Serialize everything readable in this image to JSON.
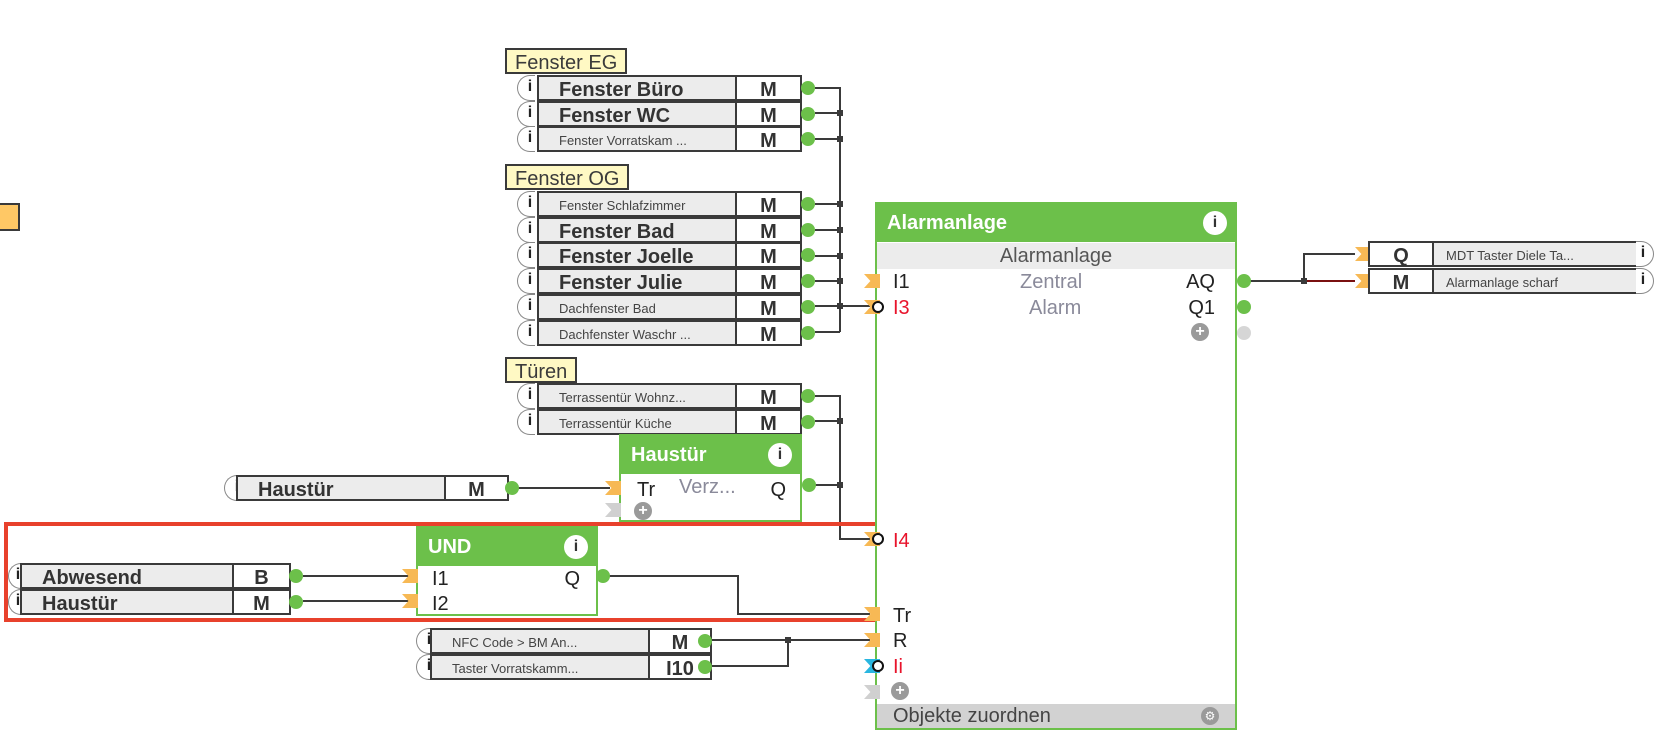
{
  "groups": {
    "fenster_eg": {
      "label": "Fenster EG",
      "items": [
        {
          "name": "Fenster Büro",
          "type": "M",
          "size": "big"
        },
        {
          "name": "Fenster WC",
          "type": "M",
          "size": "big"
        },
        {
          "name": "Fenster  Vorratskam ...",
          "type": "M",
          "size": "small"
        }
      ]
    },
    "fenster_og": {
      "label": "Fenster OG",
      "items": [
        {
          "name": "Fenster Schlafzimmer",
          "type": "M",
          "size": "small"
        },
        {
          "name": "Fenster Bad",
          "type": "M",
          "size": "big"
        },
        {
          "name": "Fenster Joelle",
          "type": "M",
          "size": "big"
        },
        {
          "name": "Fenster Julie",
          "type": "M",
          "size": "big"
        },
        {
          "name": "Dachfenster Bad",
          "type": "M",
          "size": "small"
        },
        {
          "name": "Dachfenster  Waschr ...",
          "type": "M",
          "size": "small"
        }
      ]
    },
    "tueren": {
      "label": "Türen",
      "items": [
        {
          "name": "Terrassentür  Wohnz...",
          "type": "M",
          "size": "small"
        },
        {
          "name": "Terrassentür Küche",
          "type": "M",
          "size": "small"
        }
      ]
    }
  },
  "objects": {
    "haustuer_input": {
      "name": "Haustür",
      "type": "M"
    },
    "abwesend": {
      "name": "Abwesend",
      "type": "B"
    },
    "haustuer_und": {
      "name": "Haustür",
      "type": "M"
    },
    "nfc_code": {
      "name": "NFC Code > BM An...",
      "type": "M"
    },
    "taster_vorrat": {
      "name": "Taster  Vorratskamm...",
      "type": "I10"
    },
    "mdt_taster": {
      "name": "MDT  Taster  Diele Ta...",
      "type": "Q"
    },
    "alarm_scharf": {
      "name": "Alarmanlage scharf",
      "type": "M"
    }
  },
  "blocks": {
    "alarmanlage": {
      "title": "Alarmanlage",
      "subtitle": "Alarmanlage",
      "inputs": [
        "I1",
        "I3",
        "I4",
        "Tr",
        "R",
        "Ii"
      ],
      "params": [
        "Zentral",
        "Alarm"
      ],
      "outputs": [
        "AQ",
        "Q1"
      ],
      "footer": "Objekte zuordnen"
    },
    "haustuer": {
      "title": "Haustür",
      "input": "Tr",
      "param": "Verz...",
      "output": "Q"
    },
    "und": {
      "title": "UND",
      "inputs": [
        "I1",
        "I2"
      ],
      "output": "Q"
    }
  },
  "icons": {
    "info": "i",
    "plus": "+",
    "gear": "⚙"
  },
  "colors": {
    "block_green": "#6cc04a",
    "port_orange": "#f7b955",
    "selection_red": "#e8412c",
    "label_yellow": "#fff9c4",
    "negated_red": "#e8132b"
  }
}
